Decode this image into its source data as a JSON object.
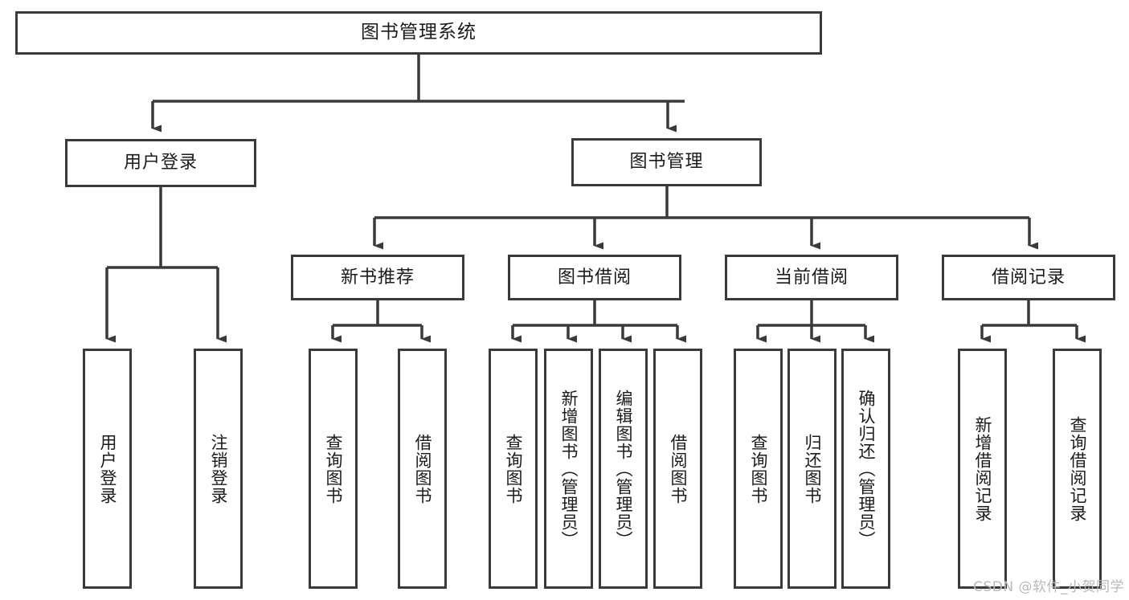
{
  "diagram": {
    "type": "tree-hierarchy",
    "title": "图书管理系统",
    "root": {
      "id": "root",
      "label": "图书管理系统",
      "orientation": "horizontal"
    },
    "level1": [
      {
        "id": "user-login",
        "label": "用户登录",
        "orientation": "horizontal"
      },
      {
        "id": "book-management",
        "label": "图书管理",
        "orientation": "horizontal"
      }
    ],
    "level2": [
      {
        "id": "new-book-recommend",
        "label": "新书推荐",
        "orientation": "horizontal",
        "parent": "book-management"
      },
      {
        "id": "book-borrow",
        "label": "图书借阅",
        "orientation": "horizontal",
        "parent": "book-management"
      },
      {
        "id": "current-borrow",
        "label": "当前借阅",
        "orientation": "horizontal",
        "parent": "book-management"
      },
      {
        "id": "borrow-record",
        "label": "借阅记录",
        "orientation": "horizontal",
        "parent": "book-management"
      }
    ],
    "leaves": [
      {
        "id": "leaf-user-login",
        "label": "用户登录",
        "parent": "user-login",
        "orientation": "vertical"
      },
      {
        "id": "leaf-logout-login",
        "label": "注销登录",
        "parent": "user-login",
        "orientation": "vertical"
      },
      {
        "id": "leaf-query-book-1",
        "label": "查询图书",
        "parent": "new-book-recommend",
        "orientation": "vertical"
      },
      {
        "id": "leaf-borrow-book-1",
        "label": "借阅图书",
        "parent": "new-book-recommend",
        "orientation": "vertical"
      },
      {
        "id": "leaf-query-book-2",
        "label": "查询图书",
        "parent": "book-borrow",
        "orientation": "vertical"
      },
      {
        "id": "leaf-add-book",
        "label": "新增图书（管理员）",
        "parent": "book-borrow",
        "orientation": "vertical"
      },
      {
        "id": "leaf-edit-book",
        "label": "编辑图书（管理员）",
        "parent": "book-borrow",
        "orientation": "vertical"
      },
      {
        "id": "leaf-borrow-book-2",
        "label": "借阅图书",
        "parent": "book-borrow",
        "orientation": "vertical"
      },
      {
        "id": "leaf-query-book-3",
        "label": "查询图书",
        "parent": "current-borrow",
        "orientation": "vertical"
      },
      {
        "id": "leaf-return-book",
        "label": "归还图书",
        "parent": "current-borrow",
        "orientation": "vertical"
      },
      {
        "id": "leaf-confirm-return",
        "label": "确认归还（管理员）",
        "parent": "current-borrow",
        "orientation": "vertical"
      },
      {
        "id": "leaf-add-record",
        "label": "新增借阅记录",
        "parent": "borrow-record",
        "orientation": "vertical"
      },
      {
        "id": "leaf-query-record",
        "label": "查询借阅记录",
        "parent": "borrow-record",
        "orientation": "vertical"
      }
    ],
    "colors": {
      "stroke": "#3a3a3a",
      "fill": "#ffffff",
      "text": "#1b1b1b",
      "watermark": "#b9b9b9"
    }
  },
  "watermark": {
    "text": "CSDN @软件_小贺同学"
  }
}
